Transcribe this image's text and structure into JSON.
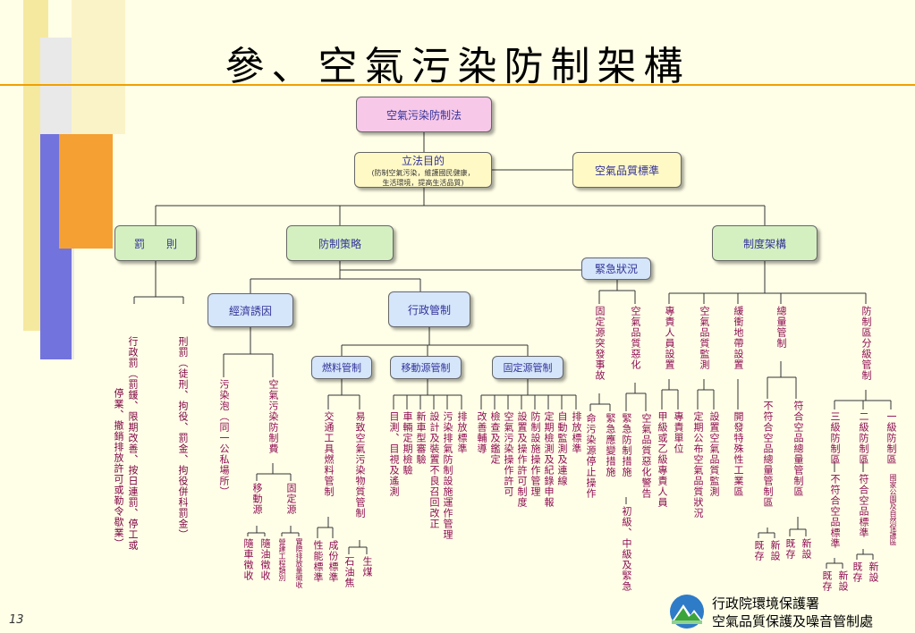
{
  "title": "參、空氣污染防制架構",
  "page_number": "13",
  "org": {
    "line1": "行政院環境保護署",
    "line2": "空氣品質保護及噪音管制處",
    "logo": "epa-logo"
  },
  "top": {
    "law": "空氣污染防制法",
    "purpose_title": "立法目的",
    "purpose_line1": "(防制空氣污染，維護國民健康，",
    "purpose_line2": "生活環境，提高生活品質)",
    "aq_standard": "空氣品質標準"
  },
  "level2": {
    "penalty": "罰　　則",
    "strategy": "防制策略",
    "institution": "制度架構"
  },
  "emergency": "緊急狀況",
  "economic": "經濟誘因",
  "admin": "行政管制",
  "fuel_control": "燃料管制",
  "mobile_control": "移動源管制",
  "fixed_control": "固定源管制",
  "penalty_items": {
    "admin_penalty_1": "行政罰（罰鍰、限期改善、按日連罰、停工或",
    "admin_penalty_2": "停業、撤銷排放許可或勒令歇業）",
    "criminal_penalty": "刑罰（徒刑、拘役、罰金、拘役併科罰金）"
  },
  "econ_items": {
    "pollution_bubble": "污染泡（同一公私場所）",
    "fee": "空氣污染防制費",
    "mobile_source": "移動源",
    "fixed_source": "固定源",
    "with_vehicle_tax": "隨車徵收",
    "with_fuel_tax": "隨油徵收",
    "construction_type": "營建工程類別",
    "actual_emission": "實際排放量徵收"
  },
  "fuel_items": {
    "traffic_fuel": "交通工具燃料管制",
    "easy_pollute": "易致空氣污染物質管制",
    "composition": "成份標準",
    "properties": "性能標準",
    "oil_coke": "石油焦",
    "raw_coal": "生煤"
  },
  "mobile_items": {
    "m1": "目測、目視及遙測",
    "m2": "車輛定期檢驗",
    "m3": "新車型審驗",
    "m4": "設計及裝置不良召回改正",
    "m5": "污染排氣防制設施運作管理",
    "m6": "排放標準"
  },
  "fixed_items": {
    "f1": "改善輔導",
    "f2": "檢查及鑑定",
    "f3": "空氣污染操作許可",
    "f4": "設置及操作許可制度",
    "f5": "防制設施操作管理",
    "f6": "定期檢測及紀錄申報",
    "f7": "自動監測及連線",
    "f8": "排放標準"
  },
  "emergency_items": {
    "fixed_accident": "固定源突發事故",
    "aq_worsen": "空氣品質惡化",
    "order_stop": "命污染源停止操作",
    "emergency_measures": "緊急應變措施",
    "prevention_measures": "緊急防制措施",
    "aq_warning": "空氣品質惡化警告",
    "levels": "初級、中級及緊急"
  },
  "institution_items": {
    "specialist_setup": "專責人員設置",
    "specialist_unit": "專責單位",
    "class_ab": "甲級或乙級專責人員",
    "aq_monitoring": "空氣品質監測",
    "setup_monitoring": "設置空氣品質監測",
    "publish_status": "定期公布空氣品質狀況",
    "buffer_zone": "緩衝地帶設置",
    "special_industrial": "開發特殊性工業區",
    "total_control": "總量管制",
    "not_meet": "不符合空品總量管制區",
    "meet": "符合空品總量管制區",
    "existing": "既存",
    "new": "新設",
    "zoning": "防制區分級管制",
    "class3": "三級防制區",
    "class2": "二級防制區",
    "class1": "一級防制區",
    "class1_note": "國家公園及自然保護區",
    "not_meet_std": "不符合空品標準",
    "meet_std": "符合空品標準"
  }
}
